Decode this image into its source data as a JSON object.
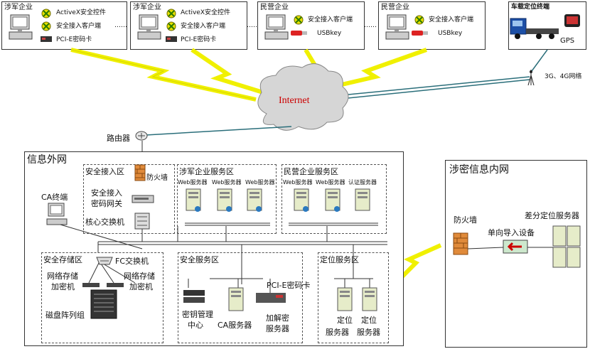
{
  "top_clients": [
    {
      "title": "涉军企业",
      "items": [
        "ActiveX安全控件",
        "安全接入客户端",
        "PCI-E密码卡"
      ]
    },
    {
      "title": "涉军企业",
      "items": [
        "ActiveX安全控件",
        "安全接入客户端",
        "PCI-E密码卡"
      ]
    },
    {
      "title": "民营企业",
      "items": [
        "安全接入客户端",
        "USBkey"
      ]
    },
    {
      "title": "民营企业",
      "items": [
        "安全接入客户端",
        "USBkey"
      ]
    }
  ],
  "dots": "……",
  "vehicle": {
    "title": "车载定位终端",
    "gps": "GPS",
    "network": "3G、4G网络"
  },
  "internet": "Internet",
  "router": "路由器",
  "outer": {
    "title": "信息外网",
    "ca_terminal": "CA终端",
    "access_zone": {
      "title": "安全接入区",
      "firewall": "防火墙",
      "gateway_l1": "安全接入",
      "gateway_l2": "密码网关",
      "core_switch": "核心交换机"
    },
    "military_zone": {
      "title": "涉军企业服务区",
      "servers": [
        "Web服务器",
        "Web服务器",
        "Web服务器"
      ]
    },
    "private_zone": {
      "title": "民营企业服务区",
      "servers": [
        "Web服务器",
        "Web服务器",
        "认证服务器"
      ]
    },
    "storage_zone": {
      "title": "安全存储区",
      "fc_switch": "FC交换机",
      "enc_left_l1": "网络存储",
      "enc_left_l2": "加密机",
      "enc_right_l1": "网络存储",
      "enc_right_l2": "加密机",
      "disk_array": "磁盘阵列组"
    },
    "service_zone": {
      "title": "安全服务区",
      "key_center_l1": "密钥管理",
      "key_center_l2": "中心",
      "ca_server": "CA服务器",
      "pcie": "PCI-E密码卡",
      "crypto_l1": "加解密",
      "crypto_l2": "服务器"
    },
    "location_zone": {
      "title": "定位服务区",
      "server_l1": "定位",
      "server_l2": "服务器"
    }
  },
  "inner": {
    "title": "涉密信息内网",
    "firewall": "防火墙",
    "device": "单向导入设备",
    "diff_server": "差分定位服务器"
  }
}
